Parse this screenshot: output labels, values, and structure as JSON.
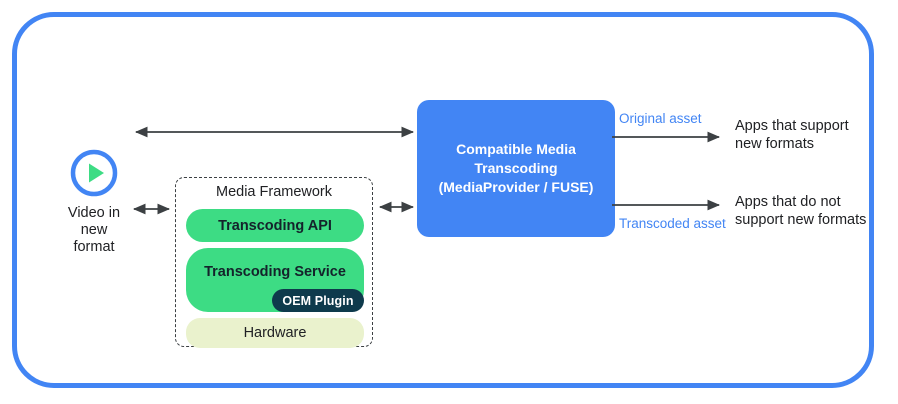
{
  "theme": {
    "frame_color": "#4285f4",
    "accent_blue": "#4285f4",
    "accent_green": "#3ddc84",
    "hardware_green": "#eaf2cd",
    "plugin_navy": "#0e3a4c",
    "arrow_gray": "#3c4043",
    "text_dark": "#202124",
    "background": "#ffffff"
  },
  "source": {
    "icon": "play-circle-icon",
    "caption": "Video in\nnew\nformat"
  },
  "media_framework": {
    "title": "Media Framework",
    "layers": [
      {
        "label": "Transcoding API",
        "color": "#3ddc84"
      },
      {
        "label": "Transcoding Service",
        "color": "#3ddc84"
      },
      {
        "label": "Hardware",
        "color": "#eaf2cd"
      }
    ],
    "plugin_badge": "OEM Plugin"
  },
  "transcoding_box": {
    "label": "Compatible Media\nTranscoding\n(MediaProvider / FUSE)"
  },
  "edges": {
    "original_asset": "Original asset",
    "transcoded_asset": "Transcoded asset"
  },
  "consumers": [
    {
      "label": "Apps that support\nnew formats"
    },
    {
      "label": "Apps that do not\nsupport new formats"
    }
  ]
}
